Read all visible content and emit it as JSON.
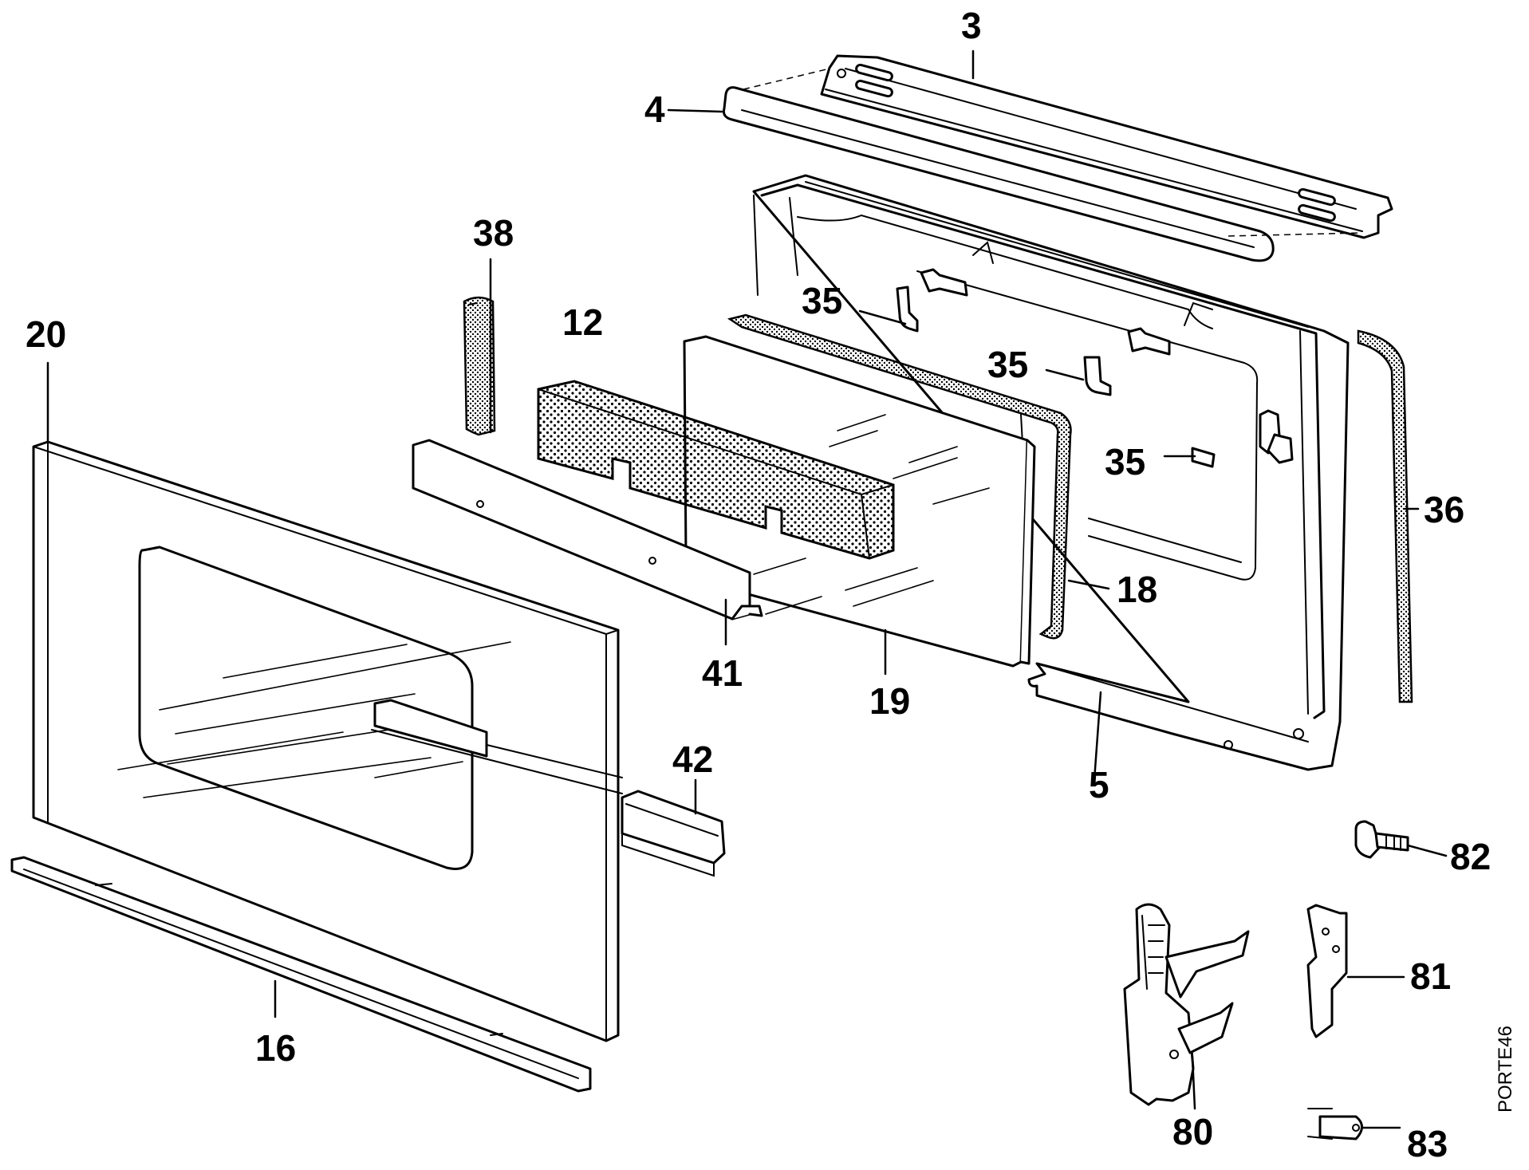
{
  "callouts": {
    "p3": "3",
    "p4": "4",
    "p5": "5",
    "p12": "12",
    "p16": "16",
    "p18": "18",
    "p19": "19",
    "p20": "20",
    "p35a": "35",
    "p35b": "35",
    "p35c": "35",
    "p36": "36",
    "p38": "38",
    "p41": "41",
    "p42": "42",
    "p80": "80",
    "p81": "81",
    "p82": "82",
    "p83": "83"
  },
  "drawing_code": "PORTE46"
}
